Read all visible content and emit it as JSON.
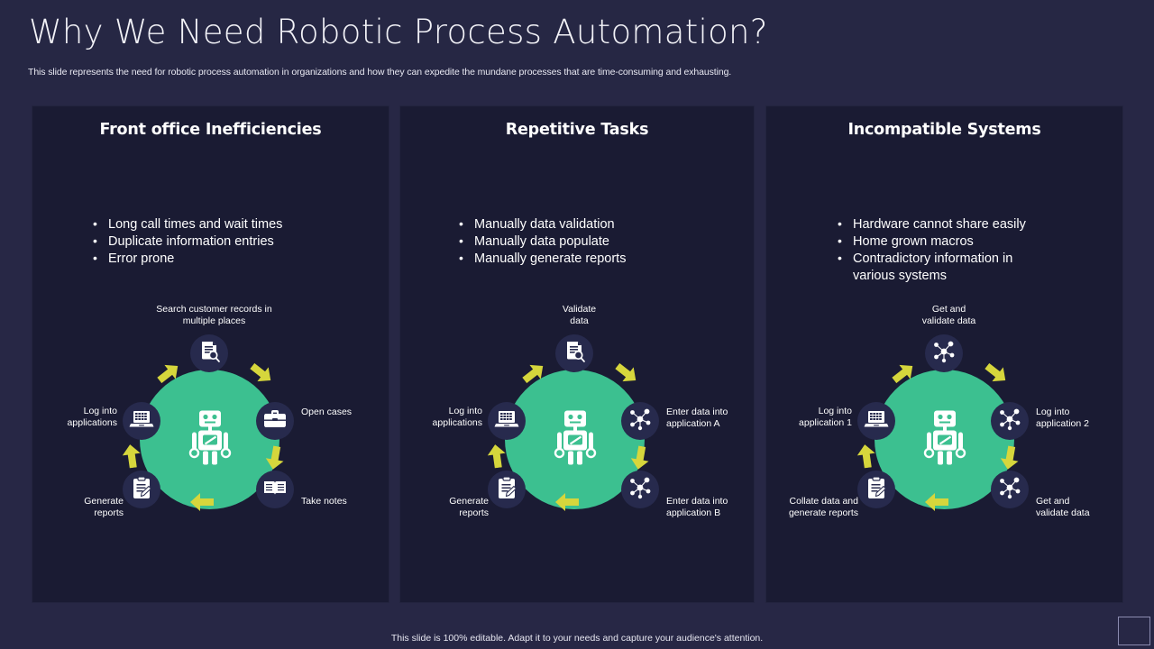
{
  "header": {
    "title": "Why We Need Robotic Process Automation?",
    "subtitle": "This slide represents the need for robotic process automation in organizations and how they can expedite the mundane processes that are time-consuming and exhausting."
  },
  "footer": {
    "note": "This slide is 100% editable. Adapt it to your needs and capture your audience's attention."
  },
  "colors": {
    "background": "#272745",
    "panel": "#1a1b33",
    "hub_green": "#3cc090",
    "node_navy": "#272a4d",
    "arrow_yellow": "#d6d63c",
    "text": "#ffffff"
  },
  "panels": [
    {
      "title": "Front office Inefficiencies",
      "bullets": [
        "Long call times and wait times",
        "Duplicate information entries",
        "Error prone"
      ],
      "wheel": {
        "center_icon": "robot-icon",
        "nodes": [
          {
            "position": "n",
            "label": "Search customer records in\nmultiple places",
            "icon": "document-search-icon"
          },
          {
            "position": "ne",
            "label": "Open cases",
            "icon": "briefcase-icon"
          },
          {
            "position": "se",
            "label": "Take notes",
            "icon": "open-book-icon"
          },
          {
            "position": "sw",
            "label": "Generate\nreports",
            "icon": "clipboard-icon"
          },
          {
            "position": "nw",
            "label": "Log into\napplications",
            "icon": "laptop-icon"
          }
        ]
      }
    },
    {
      "title": "Repetitive Tasks",
      "bullets": [
        "Manually  data validation",
        "Manually  data populate",
        "Manually  generate reports"
      ],
      "wheel": {
        "center_icon": "robot-icon",
        "nodes": [
          {
            "position": "n",
            "label": "Validate\ndata",
            "icon": "document-search-icon"
          },
          {
            "position": "ne",
            "label": "Enter data into\napplication A",
            "icon": "network-nodes-icon"
          },
          {
            "position": "se",
            "label": "Enter data into\napplication B",
            "icon": "network-nodes-icon"
          },
          {
            "position": "sw",
            "label": "Generate\nreports",
            "icon": "clipboard-icon"
          },
          {
            "position": "nw",
            "label": "Log into\napplications",
            "icon": "laptop-icon"
          }
        ]
      }
    },
    {
      "title": "Incompatible Systems",
      "bullets": [
        "Hardware cannot share easily",
        "Home grown macros",
        "Contradictory information in various systems"
      ],
      "wheel": {
        "center_icon": "robot-icon",
        "nodes": [
          {
            "position": "n",
            "label": "Get and\nvalidate data",
            "icon": "network-nodes-icon"
          },
          {
            "position": "ne",
            "label": "Log into\napplication 2",
            "icon": "network-nodes-icon"
          },
          {
            "position": "se",
            "label": "Get and\nvalidate data",
            "icon": "network-nodes-icon"
          },
          {
            "position": "sw",
            "label": "Collate data and\ngenerate reports",
            "icon": "clipboard-icon"
          },
          {
            "position": "nw",
            "label": "Log into\napplication 1",
            "icon": "laptop-icon"
          }
        ]
      }
    }
  ]
}
